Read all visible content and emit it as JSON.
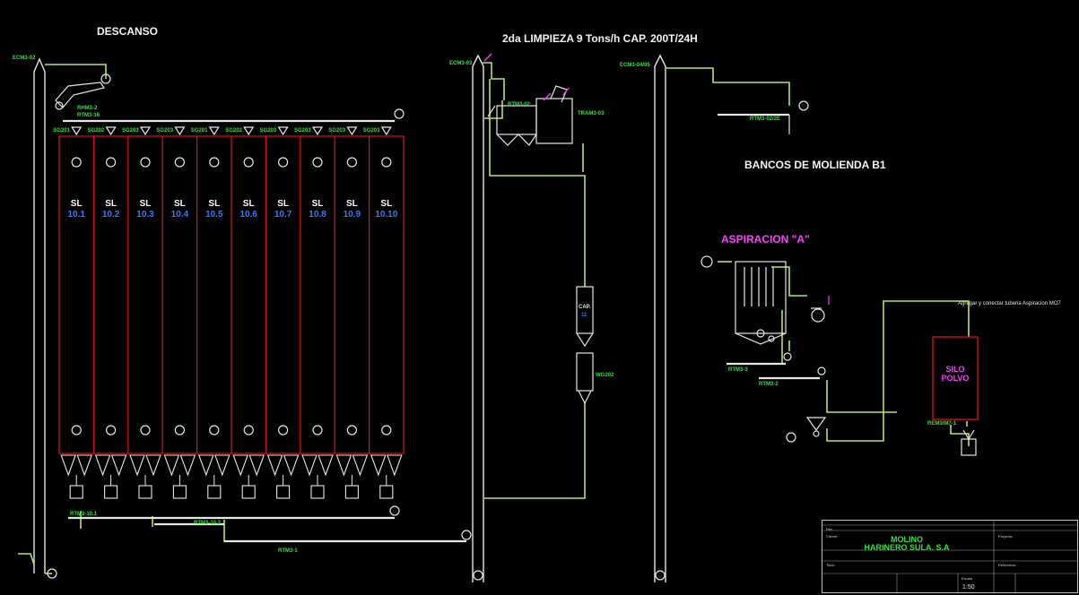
{
  "headers": {
    "descanso": "DESCANSO",
    "limpieza": "2da LIMPIEZA 9 Tons/h CAP. 200T/24H",
    "bancos": "BANCOS DE MOLIENDA B1",
    "aspiracion": "ASPIRACION \"A\"",
    "agregar": "Agregar y conectar tuberia Aspiracion MO7"
  },
  "elevators": {
    "ecm1": "ECM3-02",
    "ecm2": "ECM3-03",
    "ecm3": "ECM3-04/05"
  },
  "conveyors": {
    "rhm": "RHM3-2",
    "rtm16": "RTM3-16",
    "rtm101": "RTM3-10.1",
    "rtm102": "RTM3-10.2",
    "rtm1": "RTM3-1",
    "rtm02": "RTM3-02",
    "tram": "TRAM3-03",
    "rtm02e": "RTM3-02/2E",
    "rtm3": "RTM3-3",
    "rtm2": "RTM3-2",
    "cap": "CAP.",
    "cap_num": "11",
    "wg": "WG202"
  },
  "gates": [
    "SG201",
    "SG202",
    "SG203",
    "SG203",
    "SG201",
    "SG202",
    "SG203",
    "SG203",
    "SG203",
    "SG203"
  ],
  "silos": [
    {
      "name": "SL",
      "num": "10.1"
    },
    {
      "name": "SL",
      "num": "10.2"
    },
    {
      "name": "SL",
      "num": "10.3"
    },
    {
      "name": "SL",
      "num": "10.4"
    },
    {
      "name": "SL",
      "num": "10.5"
    },
    {
      "name": "SL",
      "num": "10.6"
    },
    {
      "name": "SL",
      "num": "10.7"
    },
    {
      "name": "SL",
      "num": "10.8"
    },
    {
      "name": "SL",
      "num": "10.9"
    },
    {
      "name": "SL",
      "num": "10.10"
    }
  ],
  "silo_polvo": {
    "line1": "SILO",
    "line2": "POLVO",
    "tag": "REM3/M7-1"
  },
  "title_block": {
    "company_line1": "MOLINO",
    "company_line2": "HARINERO SULA. S.A",
    "scale": "1:50",
    "cliente": "Cliente",
    "titulo": "Titulo",
    "proyecto": "Proyecto",
    "referencia": "Referencia",
    "escala": "Escala",
    "revision": "Rev."
  },
  "colors": {
    "pipe": "#b7e35a",
    "silo_border": "#e01010",
    "equipment": "#e6e6e6",
    "label_green": "#35e03a",
    "accent_magenta": "#ff3cff",
    "silo_number_blue": "#2f7bff"
  }
}
